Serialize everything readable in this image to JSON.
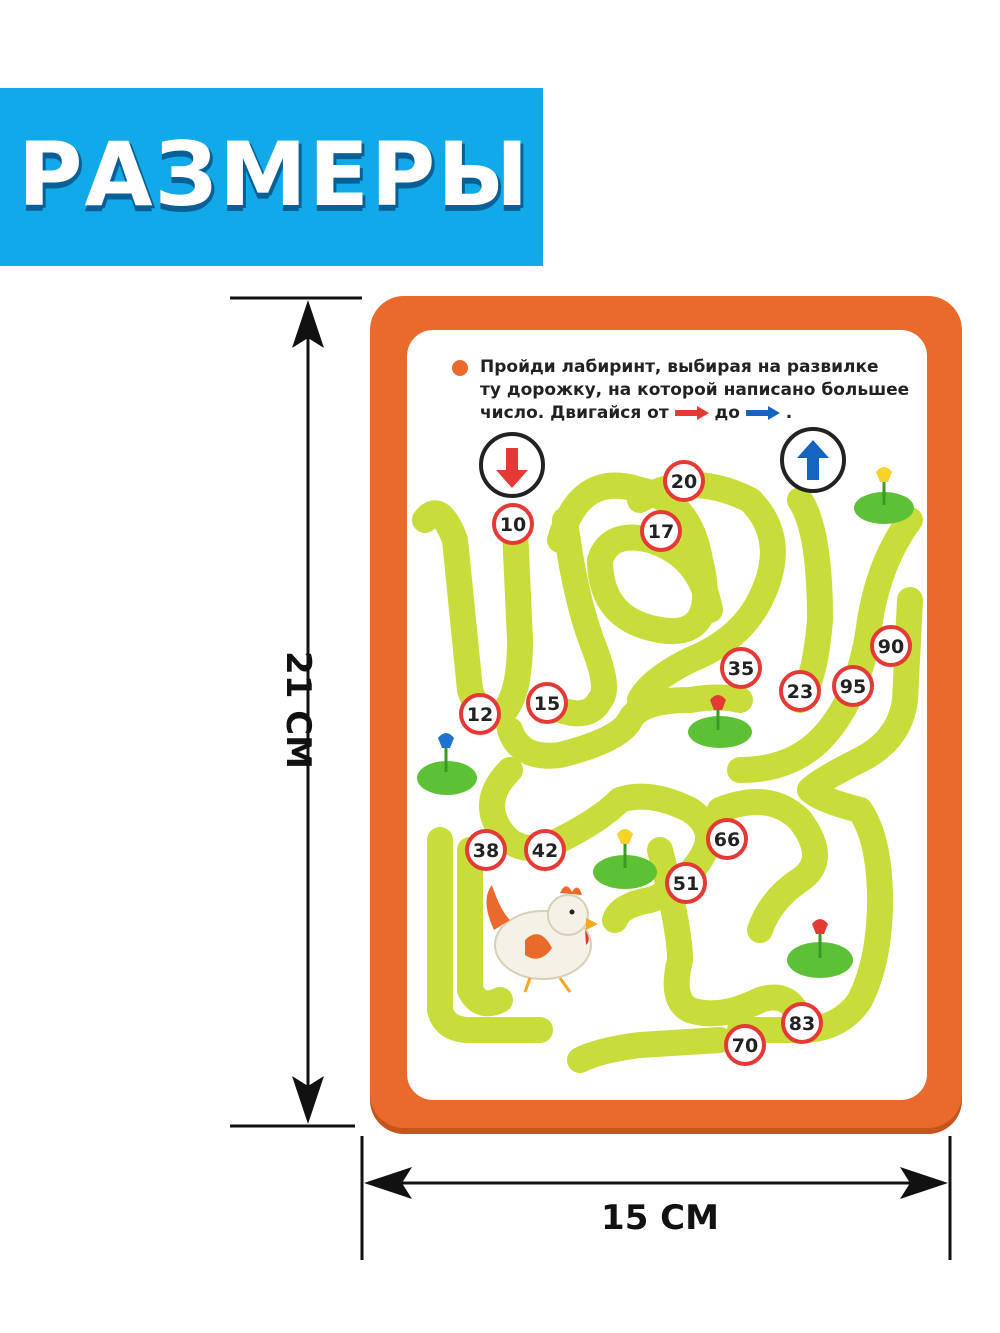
{
  "banner": {
    "title": "РАЗМЕРЫ"
  },
  "dimensions": {
    "height_label": "21 СМ",
    "width_label": "15 СМ"
  },
  "card": {
    "instruction_line1": "Пройди лабиринт, выбирая на развилке",
    "instruction_line2": "ту дорожку, на которой написано большее",
    "instruction_line3a": "число. Двигайся от",
    "instruction_line3b": "до",
    "instruction_line3c": ".",
    "start_arrow": "down-arrow-icon",
    "finish_arrow": "up-arrow-icon",
    "numbers": [
      "20",
      "10",
      "17",
      "90",
      "35",
      "95",
      "23",
      "12",
      "15",
      "66",
      "38",
      "42",
      "51",
      "83",
      "70"
    ]
  },
  "colors": {
    "banner": "#12a9e8",
    "card": "#ea6a2c",
    "path": "#c8dc3a",
    "red_arrow": "#e53935",
    "blue_arrow": "#1565c0"
  }
}
